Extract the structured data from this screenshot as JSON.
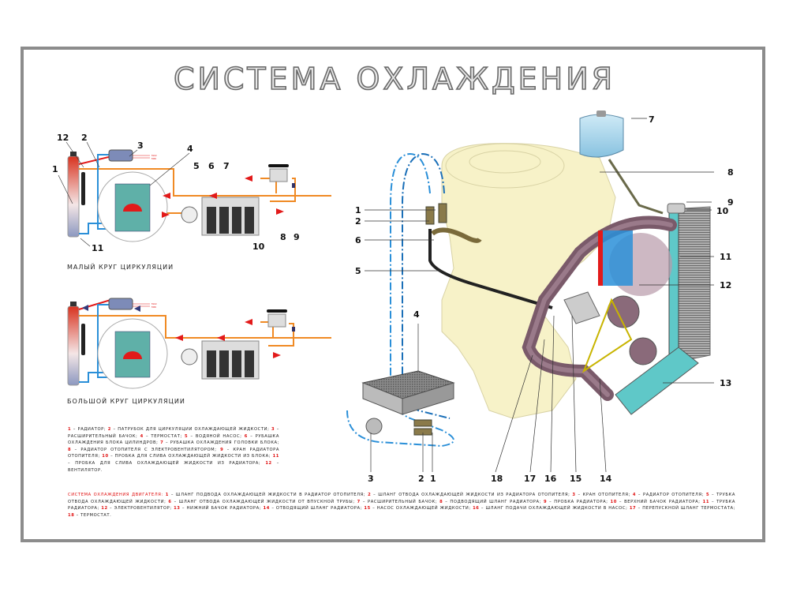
{
  "title": "СИСТЕМА ОХЛАЖДЕНИЯ",
  "colors": {
    "frame": "#8c8c8c",
    "hot": "#e21a1a",
    "warm": "#f08a24",
    "cold": "#2a8fd8",
    "coolant": "#5fc8c8",
    "engine": "#f7f2c8",
    "hose": "#7a5a6a",
    "legend_number": "#e01010"
  },
  "small_circuit": {
    "caption": "МАЛЫЙ КРУГ ЦИРКУЛЯЦИИ",
    "labels": [
      "1",
      "2",
      "3",
      "4",
      "5",
      "6",
      "7",
      "8",
      "9",
      "10",
      "11",
      "12"
    ],
    "tank_marks": [
      "MAX",
      "MIN"
    ]
  },
  "large_circuit": {
    "caption": "БОЛЬШОЙ КРУГ ЦИРКУЛЯЦИИ",
    "tank_marks": [
      "MAX",
      "MIN"
    ]
  },
  "circuit_legend": [
    {
      "n": "1",
      "t": "радиатор;"
    },
    {
      "n": "2",
      "t": "патрубок для циркуляции охлаждающей жидкости;"
    },
    {
      "n": "3",
      "t": "расширительный бачок;"
    },
    {
      "n": "4",
      "t": "термостат;"
    },
    {
      "n": "5",
      "t": "водяной насос;"
    },
    {
      "n": "6",
      "t": "рубашка охлаждения блока цилиндров;"
    },
    {
      "n": "7",
      "t": "рубашка охлаждения головки блока;"
    },
    {
      "n": "8",
      "t": "радиатор отопителя с электровентилятором;"
    },
    {
      "n": "9",
      "t": "кран радиатора отопителя;"
    },
    {
      "n": "10",
      "t": "пробка для слива охлаждающей жидкости из блока;"
    },
    {
      "n": "11",
      "t": "пробка для слива охлаждающей жидкости из радиатора;"
    },
    {
      "n": "12",
      "t": "вентилятор."
    }
  ],
  "main_diagram": {
    "labels_left": [
      "1",
      "2",
      "6",
      "5"
    ],
    "labels_right": [
      "7",
      "8",
      "9",
      "10",
      "11",
      "12",
      "13"
    ],
    "labels_bottom": [
      "3",
      "2",
      "1",
      "18",
      "17",
      "16",
      "15",
      "14"
    ],
    "label_top_heater": "4"
  },
  "engine_legend": {
    "heading": "Система охлаждения двигателя:",
    "items": [
      {
        "n": "1",
        "t": "шланг подвода охлаждающей жидкости в радиатор отопителя;"
      },
      {
        "n": "2",
        "t": "шланг отвода охлаждающей жидкости из радиатора отопителя;"
      },
      {
        "n": "3",
        "t": "кран отопителя;"
      },
      {
        "n": "4",
        "t": "радиатор отопителя;"
      },
      {
        "n": "5",
        "t": "трубка отвода охлаждающей жидкости;"
      },
      {
        "n": "6",
        "t": "шланг отвода охлаждающей жидкости от впускной трубы;"
      },
      {
        "n": "7",
        "t": "расширительный бачок;"
      },
      {
        "n": "8",
        "t": "подводящий шланг радиатора;"
      },
      {
        "n": "9",
        "t": "пробка радиатора;"
      },
      {
        "n": "10",
        "t": "верхний бачок радиатора;"
      },
      {
        "n": "11",
        "t": "трубка радиатора;"
      },
      {
        "n": "12",
        "t": "электровентилятор;"
      },
      {
        "n": "13",
        "t": "нижний бачок радиатора;"
      },
      {
        "n": "14",
        "t": "отводящий шланг радиатора;"
      },
      {
        "n": "15",
        "t": "насос охлаждающей жидкости;"
      },
      {
        "n": "16",
        "t": "шланг подачи охлаждающей жидкости в насос;"
      },
      {
        "n": "17",
        "t": "перепускной шланг термостата;"
      },
      {
        "n": "18",
        "t": "термостат."
      }
    ]
  }
}
